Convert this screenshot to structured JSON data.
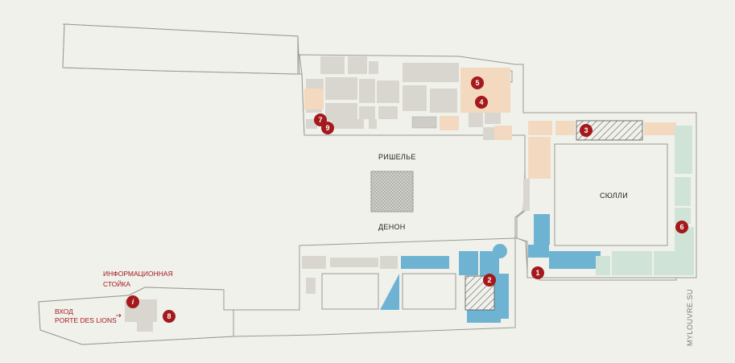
{
  "labels": {
    "richelieu": "РИШЕЛЬЕ",
    "denon": "ДЕНОН",
    "sully": "СЮЛЛИ",
    "info_line1": "ИНФОРМАЦИОННАЯ",
    "info_line2": "СТОЙКА",
    "entrance_line1": "ВХОД",
    "entrance_line2": "PORTE DES LIONS",
    "info_icon": "i",
    "watermark": "MYLOUVRE.SU"
  },
  "markers": [
    {
      "num": "1"
    },
    {
      "num": "2"
    },
    {
      "num": "3"
    },
    {
      "num": "4"
    },
    {
      "num": "5"
    },
    {
      "num": "6"
    },
    {
      "num": "7"
    },
    {
      "num": "8"
    },
    {
      "num": "9"
    }
  ],
  "colors": {
    "background": "#f1f1ec",
    "outline": "#9a9a94",
    "grey_rooms": "#d8d6cf",
    "peach_rooms": "#f2d9bf",
    "blue_rooms": "#6fb3d3",
    "green_rooms": "#cfe3d6",
    "marker": "#a3191c",
    "red_text": "#a3191c"
  }
}
